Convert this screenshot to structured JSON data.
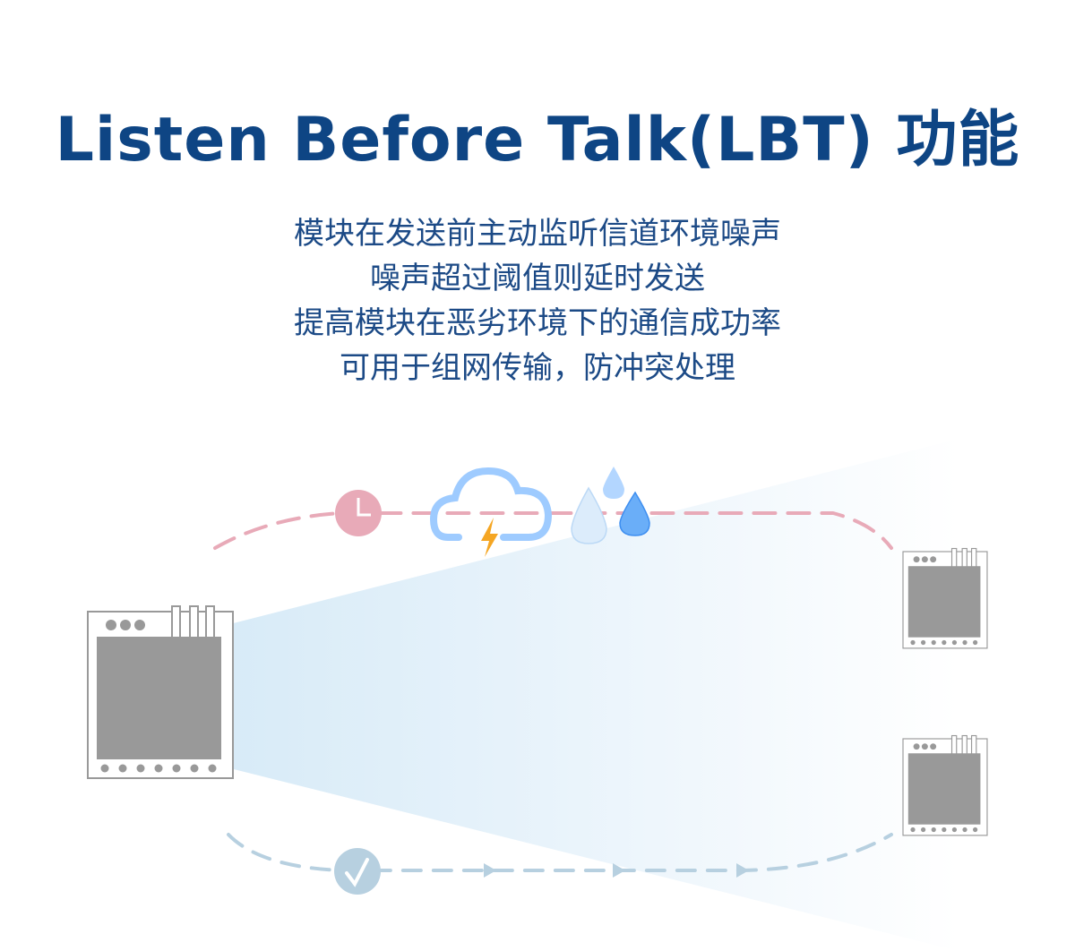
{
  "title": "Listen Before Talk(LBT) 功能",
  "description": [
    "模块在发送前主动监听信道环境噪声",
    "噪声超过阈值则延时发送",
    "提高模块在恶劣环境下的通信成功率",
    "可用于组网传输，防冲突处理"
  ],
  "colors": {
    "title": "#0e4584",
    "text": "#1c4a86",
    "delay_path": "#e8aab8",
    "success_path": "#b7d0e0",
    "cloud": "#9ecbff",
    "lightning": "#f5a623",
    "module": "#999999",
    "beam": "#d9ecf8"
  },
  "icons": [
    "clock-icon",
    "cloud-lightning-icon",
    "water-drop-icon",
    "check-icon",
    "lora-module-icon"
  ]
}
